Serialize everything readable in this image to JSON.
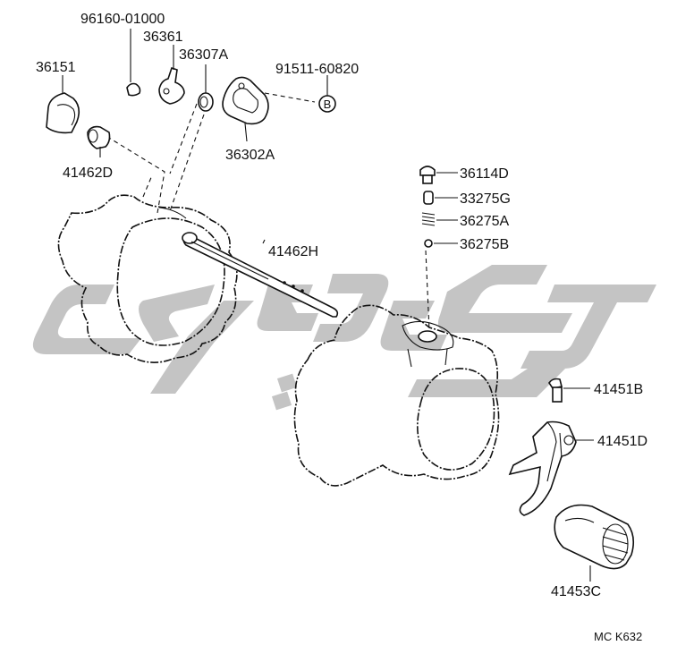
{
  "parts": {
    "p96160": "96160-01000",
    "p36361": "36361",
    "p36307A": "36307A",
    "p36151": "36151",
    "p91511": "91511-60820",
    "p41462D": "41462D",
    "p36302A": "36302A",
    "p36114D": "36114D",
    "p33275G": "33275G",
    "p36275A": "36275A",
    "p36275B": "36275B",
    "p41462H": "41462H",
    "p41451B": "41451B",
    "p41451D": "41451D",
    "p41453C": "41453C"
  },
  "callout_b": "B",
  "diagram_code": "MC  K632",
  "colors": {
    "line": "#111111",
    "watermark": "#c4c4c4",
    "background": "#ffffff"
  }
}
